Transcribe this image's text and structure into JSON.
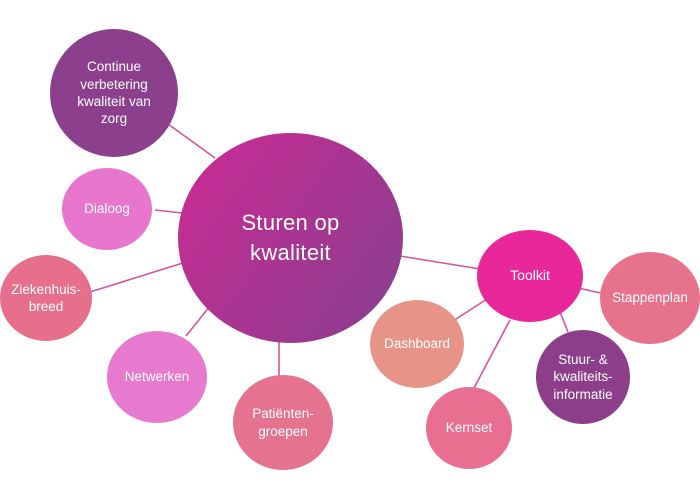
{
  "diagram": {
    "center": {
      "label": "Sturen op\nkwaliteit",
      "color_from": "#cc2a95",
      "color_to": "#86408e"
    },
    "nodes": {
      "continue": {
        "label": "Continue\nverbetering\nkwaliteit van\nzorg",
        "color": "#8b3f8d"
      },
      "dialoog": {
        "label": "Dialoog",
        "color": "#e776cc"
      },
      "ziekenhuis": {
        "label": "Ziekenhuis-\nbreed",
        "color": "#e6708c"
      },
      "netwerken": {
        "label": "Netwerken",
        "color": "#e779cf"
      },
      "patienten": {
        "label": "Patiënten-\ngroepen",
        "color": "#e5728f"
      },
      "toolkit": {
        "label": "Toolkit",
        "color": "#e8279b"
      },
      "dashboard": {
        "label": "Dashboard",
        "color": "#e89387"
      },
      "kernset": {
        "label": "Kernset",
        "color": "#e86f8f"
      },
      "stuur": {
        "label": "Stuur- &\nkwaliteits-\ninformatie",
        "color": "#8d3e8a"
      },
      "stappenplan": {
        "label": "Stappenplan",
        "color": "#e6728b"
      }
    },
    "line_color": "#d7539a"
  }
}
